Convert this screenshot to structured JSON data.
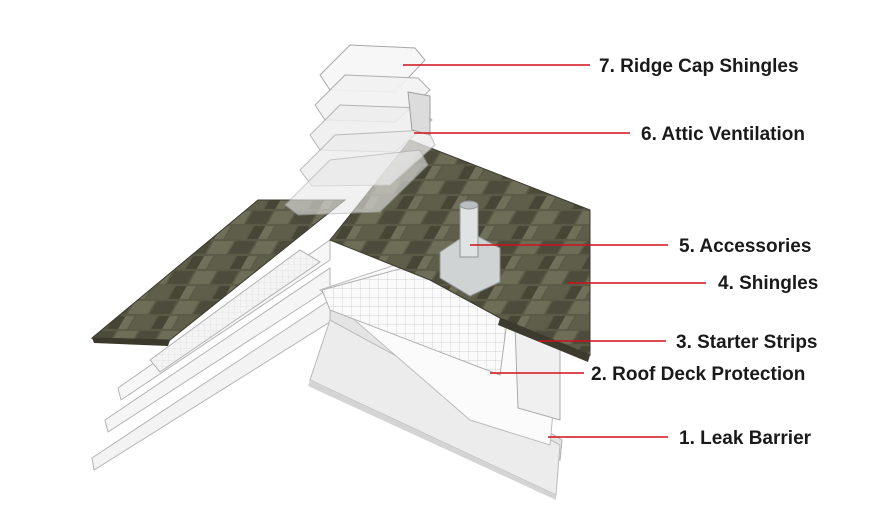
{
  "labels": [
    {
      "key": "ridge_cap",
      "text": "7. Ridge Cap Shingles"
    },
    {
      "key": "attic_ventilation",
      "text": "6. Attic Ventilation"
    },
    {
      "key": "accessories",
      "text": "5. Accessories"
    },
    {
      "key": "shingles",
      "text": "4. Shingles"
    },
    {
      "key": "starter_strips",
      "text": "3. Starter Strips"
    },
    {
      "key": "roof_deck_protection",
      "text": "2. Roof Deck Protection"
    },
    {
      "key": "leak_barrier",
      "text": "1. Leak Barrier"
    }
  ],
  "colors": {
    "leader": "#d0111b",
    "label_text": "#1a1a1a",
    "shingle_dark": "#4a4a3a",
    "shingle_light": "#6b6a55",
    "deck": "#f2f2f2",
    "deck_edge": "#b9b9b9"
  }
}
